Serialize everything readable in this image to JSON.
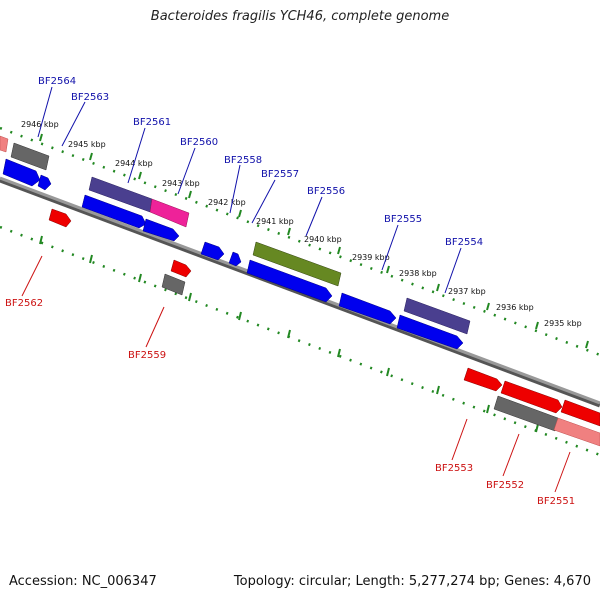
{
  "title": "Bacteroides fragilis YCH46, complete genome",
  "footer": {
    "accession": "Accession: NC_006347",
    "info": "Topology: circular; Length: 5,277,274 bp; Genes: 4,670"
  },
  "kbp_labels": [
    "2946 kbp",
    "2945 kbp",
    "2944 kbp",
    "2943 kbp",
    "2942 kbp",
    "2941 kbp",
    "2940 kbp",
    "2939 kbp",
    "2938 kbp",
    "2937 kbp",
    "2936 kbp",
    "2935 kbp"
  ],
  "top_gene_labels": [
    "BF2564",
    "BF2563",
    "BF2561",
    "BF2560",
    "BF2558",
    "BF2557",
    "BF2556",
    "BF2555",
    "BF2554"
  ],
  "bottom_gene_labels": [
    "BF2562",
    "BF2559",
    "BF2553",
    "BF2552",
    "BF2551"
  ],
  "colors": {
    "blue_gene": "#0000ee",
    "purple_gene": "#4a3f8f",
    "magenta_gene": "#ee2299",
    "olive_gene": "#668822",
    "gray_gene": "#666666",
    "red_gene": "#ee0000",
    "pink_gene": "#f08080",
    "backbone": "#888888",
    "ticks": "#228822"
  }
}
